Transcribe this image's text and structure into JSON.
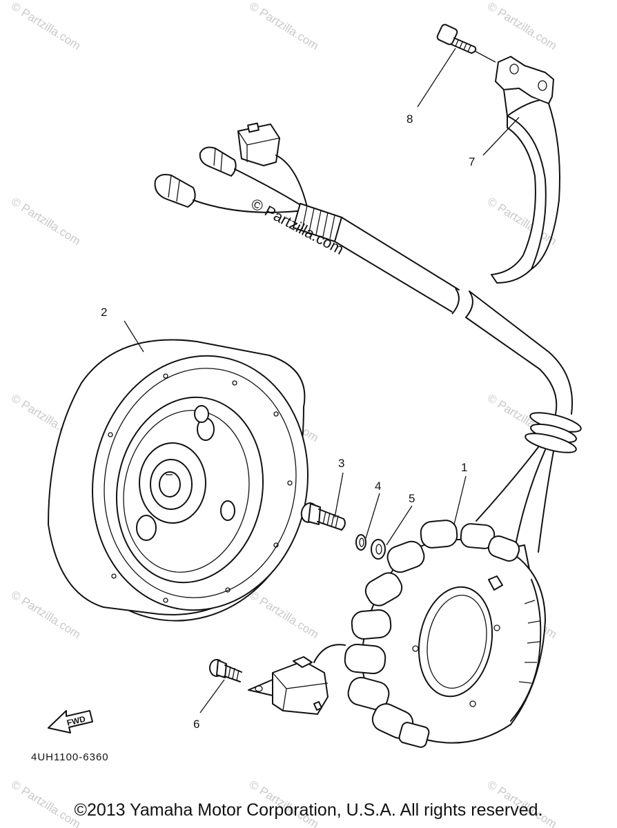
{
  "watermark": {
    "text": "© Partzilla.com",
    "center_text": "© Partzilla.com"
  },
  "callouts": [
    {
      "id": "1",
      "label": "1"
    },
    {
      "id": "2",
      "label": "2"
    },
    {
      "id": "3",
      "label": "3"
    },
    {
      "id": "4",
      "label": "4"
    },
    {
      "id": "5",
      "label": "5"
    },
    {
      "id": "6",
      "label": "6"
    },
    {
      "id": "7",
      "label": "7"
    },
    {
      "id": "8",
      "label": "8"
    }
  ],
  "diagram_code": "4UH1100-6360",
  "fwd_label": "FWD",
  "copyright": "©2013 Yamaha Motor Corporation, U.S.A. All rights reserved."
}
